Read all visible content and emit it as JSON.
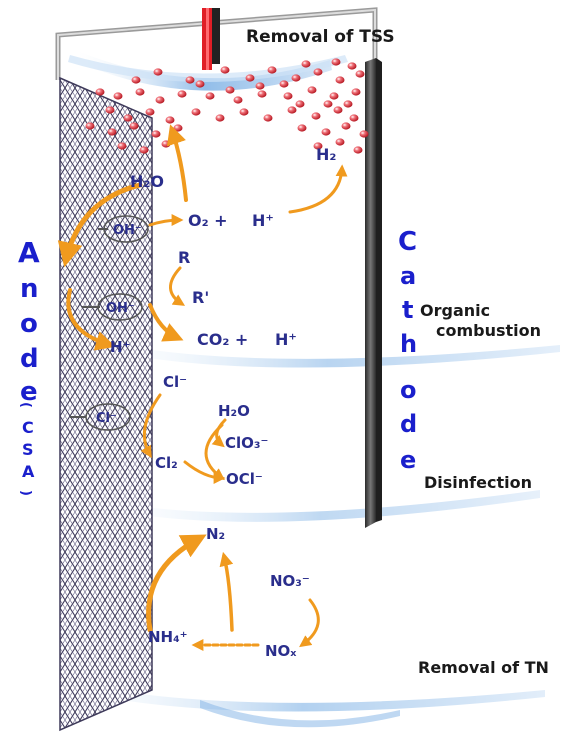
{
  "top_label": "Removal of TSS",
  "right_labels": {
    "organic_line1": "Organic",
    "organic_line2": "combustion",
    "disinfection": "Disinfection",
    "tn": "Removal of TN"
  },
  "anode_letters": [
    "A",
    "n",
    "o",
    "d",
    "e"
  ],
  "anode_sub": [
    "(",
    "C",
    "S",
    "A",
    ")"
  ],
  "cathode_letters": [
    "C",
    "a",
    "t",
    "h",
    "o",
    "d",
    "e"
  ],
  "species": {
    "h2o_top": "H₂O",
    "oh_1": "OH⁻",
    "oh_2": "OH⁻",
    "o2": "O₂ +",
    "hplus_1": "H⁺",
    "h2": "H₂",
    "r": "R",
    "r_rad": "R'",
    "hplus_left": "H⁺",
    "co2": "CO₂ +",
    "hplus_2": "H⁺",
    "cl_minus_top": "Cl⁻",
    "cl_minus_circle": "Cl⁻",
    "h2o_mid": "H₂O",
    "clo3": "ClO₃⁻",
    "cl2": "Cl₂",
    "ocl": "OCl⁻",
    "n2": "N₂",
    "no3": "NO₃⁻",
    "nh4": "NH₄⁺",
    "nox": "NOₓ"
  },
  "colors": {
    "text_blue": "#2a2e8c",
    "letter_blue": "#1a1fcc",
    "arrow_orange": "#f09a1e",
    "bubble_red": "#d9232e",
    "electrode_red": "#e01e26",
    "cathode_dark": "#4a4a4a",
    "flow_blue": "#7fb2e5"
  }
}
